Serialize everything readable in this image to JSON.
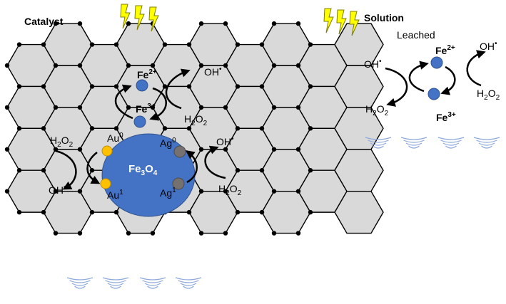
{
  "catalyst": {
    "title": "Catalyst",
    "fe2": "Fe",
    "fe2_sup": "2+",
    "fe3": "Fe",
    "fe3_sup": "3+",
    "oh_top": "OH",
    "oh_top_sup": "•",
    "h2o2_top": "H",
    "h2o2_top_sub1": "2",
    "h2o2_top_o": "O",
    "h2o2_top_sub2": "2",
    "h2o2_left": "H",
    "h2o2_left_sub1": "2",
    "h2o2_left_o": "O",
    "h2o2_left_sub2": "2",
    "oh_left": "OH",
    "oh_left_sup": "•",
    "oh_right": "OH",
    "oh_right_sup": "•",
    "h2o2_right": "H",
    "h2o2_right_sub1": "2",
    "h2o2_right_o": "O",
    "h2o2_right_sub2": "2",
    "au0": "Au",
    "au0_sup": "0",
    "au1": "Au",
    "au1_sup": "1",
    "ag0": "Ag",
    "ag0_sup": "0",
    "ag1": "Ag",
    "ag1_sup": "1",
    "core": "Fe",
    "core_sub1": "3",
    "core_o": "O",
    "core_sub2": "4"
  },
  "solution": {
    "title": "Solution",
    "leached": "Leached",
    "fe2": "Fe",
    "fe2_sup": "2+",
    "fe3": "Fe",
    "fe3_sup": "3+",
    "oh_left": "OH",
    "oh_left_sup": "•",
    "oh_right": "OH",
    "oh_right_sup": "•",
    "h2o2_left": "H",
    "h2o2_left_sub1": "2",
    "h2o2_left_o": "O",
    "h2o2_left_sub2": "2",
    "h2o2_right": "H",
    "h2o2_right_sub1": "2",
    "h2o2_right_o": "O",
    "h2o2_right_sub2": "2"
  },
  "colors": {
    "hex_fill": "#d9d9d9",
    "hex_stroke": "#000000",
    "core_fill": "#4472c4",
    "fe_ball": "#4472c4",
    "au_ball": "#ffc000",
    "ag_ball": "#767171",
    "lightning": "#ffff00",
    "ripple": "#8ea9db"
  },
  "icons": [
    "lightning-icon",
    "wave-ripple-icon"
  ]
}
